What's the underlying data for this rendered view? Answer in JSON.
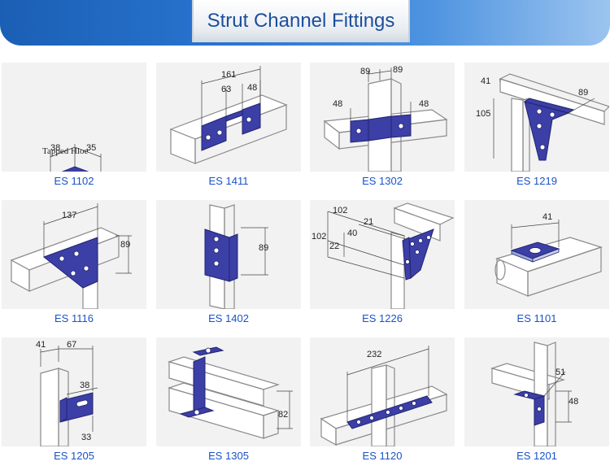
{
  "header": {
    "title": "Strut Channel Fittings"
  },
  "products": [
    {
      "code": "ES 1102",
      "dims": [
        "38",
        "35"
      ],
      "note": "Tapped Hloe"
    },
    {
      "code": "ES 1411",
      "dims": [
        "161",
        "63",
        "48"
      ]
    },
    {
      "code": "ES 1302",
      "dims": [
        "89",
        "89",
        "48",
        "48"
      ]
    },
    {
      "code": "ES 1219",
      "dims": [
        "41",
        "89",
        "105"
      ]
    },
    {
      "code": "ES 1116",
      "dims": [
        "137",
        "89"
      ]
    },
    {
      "code": "ES 1402",
      "dims": [
        "89"
      ]
    },
    {
      "code": "ES 1226",
      "dims": [
        "102",
        "21",
        "40",
        "102",
        "22"
      ]
    },
    {
      "code": "ES 1101",
      "dims": [
        "41"
      ]
    },
    {
      "code": "ES 1205",
      "dims": [
        "41",
        "67",
        "38",
        "33"
      ]
    },
    {
      "code": "ES 1305",
      "dims": [
        "82"
      ]
    },
    {
      "code": "ES 1120",
      "dims": [
        "232"
      ]
    },
    {
      "code": "ES 1201",
      "dims": [
        "51",
        "48"
      ]
    }
  ],
  "colors": {
    "accent": "#3b3fa6",
    "caption": "#1a52c8",
    "banner": "#1a5fb4"
  }
}
